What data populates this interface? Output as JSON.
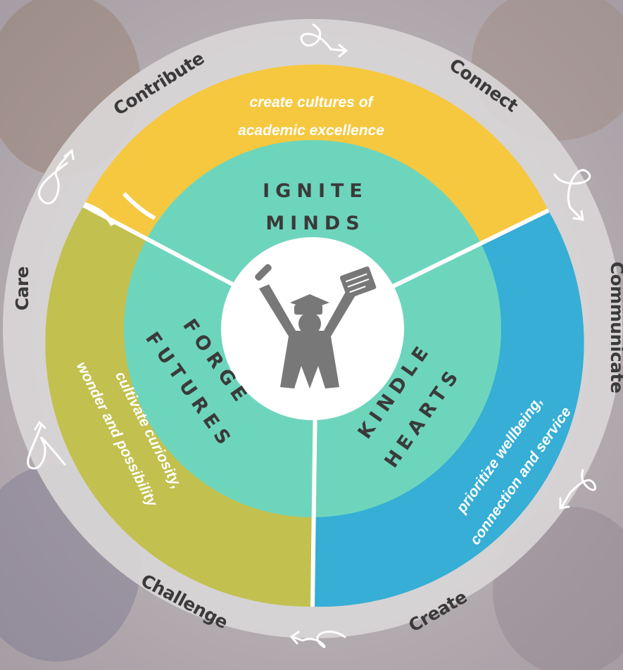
{
  "cycle_words": {
    "contribute": "Contribute",
    "connect": "Connect",
    "care": "Care",
    "communicate": "Communicate",
    "challenge": "Challenge",
    "create": "Create"
  },
  "segments": {
    "top": {
      "title_line1": "IGNITE",
      "title_line2": "MINDS",
      "description_line1": "create cultures of",
      "description_line2": "academic excellence",
      "color": "#f6c83f"
    },
    "left": {
      "title_line1": "FORGE",
      "title_line2": "FUTURES",
      "description_line1": "cultivate curiosity,",
      "description_line2": "wonder and possibility",
      "color": "#c2c04f"
    },
    "right": {
      "title_line1": "KINDLE",
      "title_line2": "HEARTS",
      "description_line1": "prioritize wellbeing,",
      "description_line2": "connection and service",
      "color": "#36aed5"
    }
  },
  "colors": {
    "outer_ring": "#d9d6d7",
    "inner_ring": "#6ed5bd",
    "center": "#ffffff",
    "graduate_figure": "#787878"
  },
  "icons": {
    "center": "graduate-icon",
    "loops": "loop-arrow-icon"
  }
}
